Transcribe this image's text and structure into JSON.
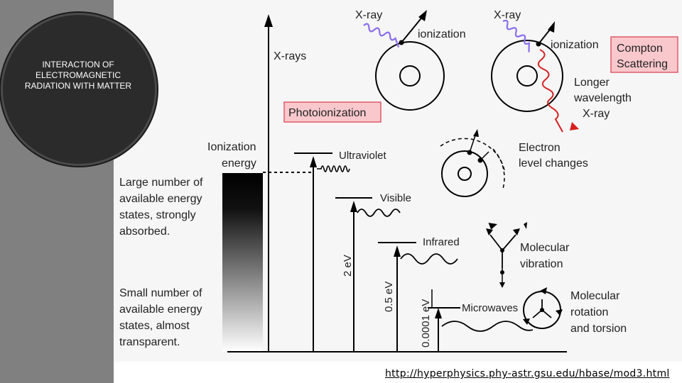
{
  "slide": {
    "title": "INTERACTION OF ELECTROMAGNETIC RADIATION WITH MATTER",
    "source_url": "http://hyperphysics.phy-astr.gsu.edu/hbase/mod3.html"
  },
  "diagram": {
    "x_rays": "X-rays",
    "ionization_energy_line1": "Ionization",
    "ionization_energy_line2": "energy",
    "large_number": [
      "Large number of",
      "available energy",
      "states, strongly",
      "absorbed."
    ],
    "small_number": [
      "Small number of",
      "available energy",
      "states, almost",
      "transparent."
    ],
    "ultraviolet": "Ultraviolet",
    "visible": "Visible",
    "infrared": "Infrared",
    "microwaves": "Microwaves",
    "ev_2": "2 eV",
    "ev_05": "0.5 eV",
    "ev_00001": "0.0001 eV",
    "xray_1": "X-ray",
    "xray_2": "X-ray",
    "ionization_1": "ionization",
    "ionization_2": "ionization",
    "photoionization": "Photoionization",
    "compton": [
      "Compton",
      "Scattering"
    ],
    "longer_wavelength": [
      "Longer",
      "wavelength",
      "X-ray"
    ],
    "electron_level": [
      "Electron",
      "level changes"
    ],
    "molecular_vibration": [
      "Molecular",
      "vibration"
    ],
    "molecular_rotation": [
      "Molecular",
      "rotation",
      "and torsion"
    ],
    "colors": {
      "label_box_fill": "#f9c8cc",
      "label_box_border": "#e05a6a",
      "incoming_xray": "#8a6cf0",
      "scattered_xray": "#d62020"
    }
  }
}
